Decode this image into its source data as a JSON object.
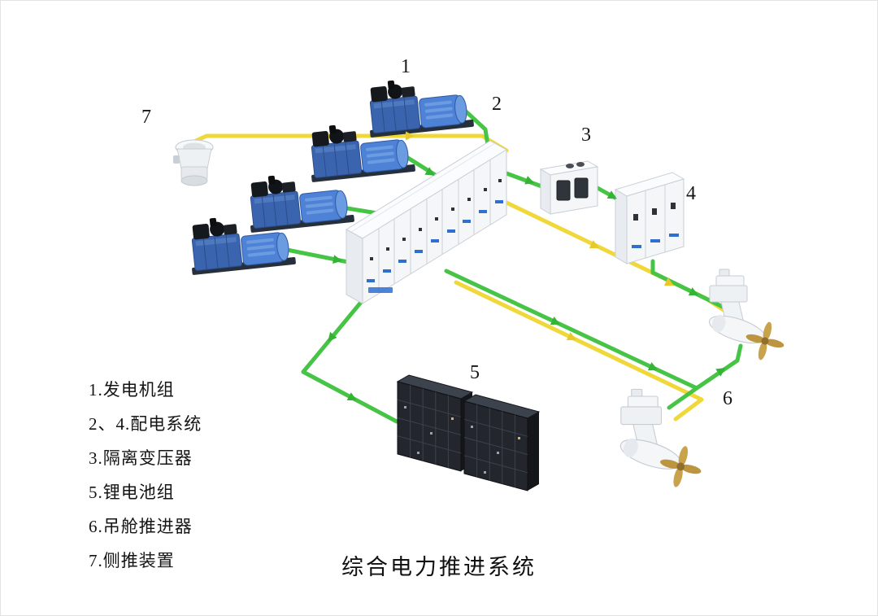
{
  "diagram": {
    "title": "综合电力推进系统",
    "labels": {
      "n1": "1",
      "n2": "2",
      "n3": "3",
      "n4": "4",
      "n5": "5",
      "n6": "6",
      "n7": "7"
    },
    "legend": [
      "1.发电机组",
      "2、4.配电系统",
      "3.隔离变压器",
      "5.锂电池组",
      "6.吊舱推进器",
      "7.侧推装置"
    ],
    "colors": {
      "cable_green": "#45c445",
      "cable_yellow": "#f0d83a",
      "generator_blue": "#3a64ae",
      "alternator_blue": "#4d82d6",
      "cabinet_white": "#f4f6f8",
      "battery_dark": "#23262c",
      "propeller_gold": "#c9a24c"
    }
  }
}
